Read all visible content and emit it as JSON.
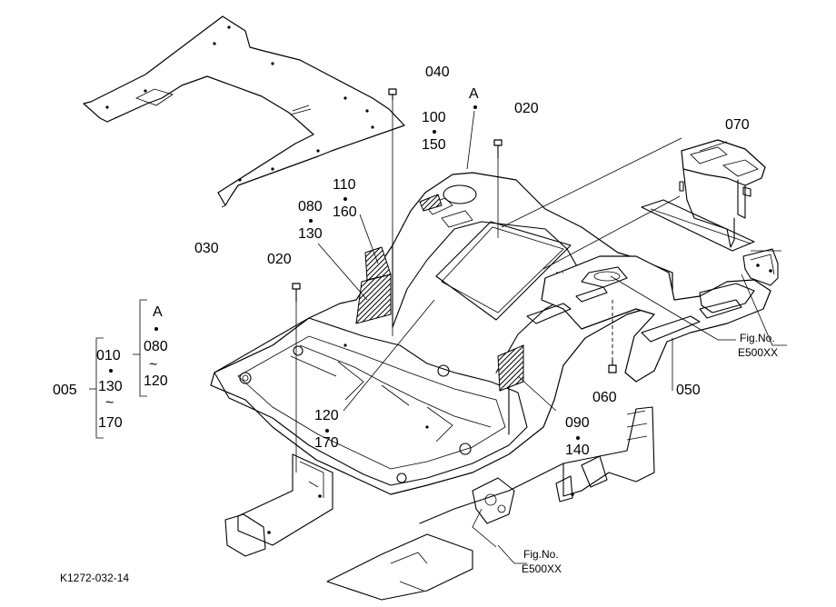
{
  "diagram": {
    "drawing_id": "K1272-032-14",
    "group_label": "005",
    "group_a_label": "A",
    "part_labels": {
      "p010": "010",
      "p020": "020",
      "p030": "030",
      "p040": "040",
      "p050": "050",
      "p060": "060",
      "p070": "070",
      "p080": "080",
      "p090": "090",
      "p100": "100",
      "p110": "110",
      "p120": "120",
      "p130": "130",
      "p140": "140",
      "p150": "150",
      "p160": "160",
      "p170": "170"
    },
    "range_tilde": "~",
    "fig_ref": {
      "label": "Fig.No.",
      "code": "E500XX"
    },
    "colors": {
      "ink": "#000000",
      "paper": "#ffffff"
    }
  }
}
